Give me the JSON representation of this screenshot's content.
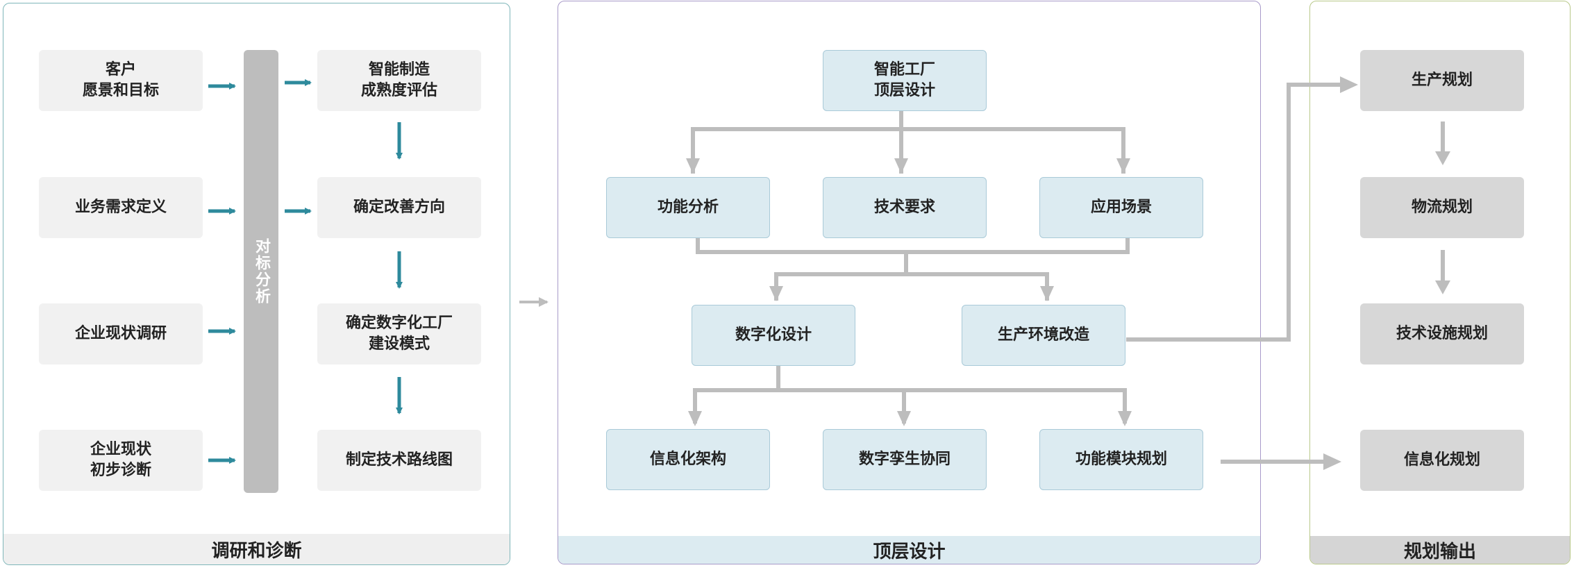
{
  "panels": {
    "research": {
      "title": "调研和诊断",
      "border": "#7fb6b9",
      "footer_bg": "#efefef"
    },
    "top": {
      "title": "顶层设计",
      "border": "#a89ac9",
      "footer_bg": "#dcebf1"
    },
    "output": {
      "title": "规划输出",
      "border": "#b9c98a",
      "footer_bg": "#d5d5d5"
    }
  },
  "research": {
    "left": [
      "客户\n愿景和目标",
      "业务需求定义",
      "企业现状调研",
      "企业现状\n初步诊断"
    ],
    "benchmark": "对标分析",
    "right": [
      "智能制造\n成熟度评估",
      "确定改善方向",
      "确定数字化工厂\n建设模式",
      "制定技术路线图"
    ]
  },
  "top": {
    "root": "智能工厂\n顶层设计",
    "level2": [
      "功能分析",
      "技术要求",
      "应用场景"
    ],
    "level3": [
      "数字化设计",
      "生产环境改造"
    ],
    "level4": [
      "信息化架构",
      "数字孪生协同",
      "功能模块规划"
    ]
  },
  "output": {
    "items": [
      "生产规划",
      "物流规划",
      "技术设施规划",
      "信息化规划"
    ]
  },
  "colors": {
    "teal_arrow": "#2e8a9c",
    "gray_arrow": "#bdbdbd"
  }
}
